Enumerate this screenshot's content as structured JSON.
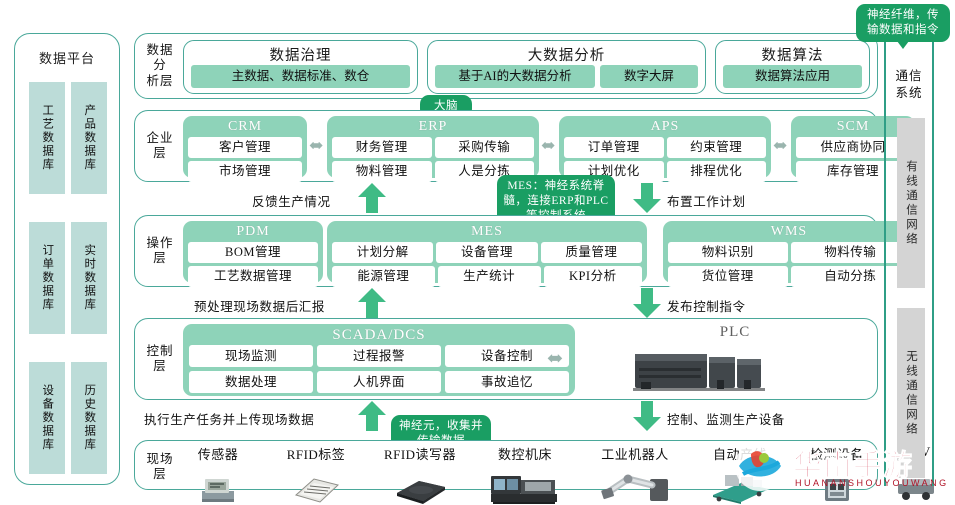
{
  "data_platform": {
    "title": "数据平台",
    "databases": [
      [
        "工艺数据库",
        "产品数据库"
      ],
      [
        "订单数据库",
        "实时数据库"
      ],
      [
        "设备数据库",
        "历史数据库"
      ]
    ]
  },
  "layers": {
    "analysis": {
      "label": "数据分\n析层",
      "systems": [
        {
          "title": "数据治理",
          "cells": [
            "主数据、数据标准、数仓"
          ]
        },
        {
          "title": "大数据分析",
          "cells": [
            "基于AI的大数据分析",
            "数字大屏"
          ]
        },
        {
          "title": "数据算法",
          "cells": [
            "数据算法应用"
          ]
        }
      ]
    },
    "enterprise": {
      "label": "企业层",
      "systems": [
        {
          "title": "CRM",
          "cells": [
            "客户管理",
            "市场管理"
          ]
        },
        {
          "title": "ERP",
          "cells": [
            "财务管理",
            "采购传输",
            "物料管理",
            "人是分拣"
          ]
        },
        {
          "title": "APS",
          "cells": [
            "订单管理",
            "约束管理",
            "计划优化",
            "排程优化"
          ]
        },
        {
          "title": "SCM",
          "cells": [
            "供应商协同",
            "库存管理"
          ]
        }
      ]
    },
    "operation": {
      "label": "操作层",
      "systems": [
        {
          "title": "PDM",
          "cells": [
            "BOM管理",
            "工艺数据管理"
          ]
        },
        {
          "title": "MES",
          "cells": [
            "计划分解",
            "设备管理",
            "质量管理",
            "能源管理",
            "生产统计",
            "KPI分析"
          ]
        },
        {
          "title": "WMS",
          "cells": [
            "物料识别",
            "物料传输",
            "货位管理",
            "自动分拣"
          ]
        }
      ]
    },
    "control": {
      "label": "控制层",
      "systems": [
        {
          "title": "SCADA/DCS",
          "cells": [
            "现场监测",
            "过程报警",
            "设备控制",
            "数据处理",
            "人机界面",
            "事故追忆"
          ]
        }
      ],
      "plc_title": "PLC"
    },
    "field": {
      "label": "现场层",
      "devices": [
        {
          "name": "传感器",
          "icon": "sensor-board-icon"
        },
        {
          "name": "RFID标签",
          "icon": "rfid-tag-icon"
        },
        {
          "name": "RFID读写器",
          "icon": "rfid-reader-icon"
        },
        {
          "name": "数控机床",
          "icon": "cnc-machine-icon"
        },
        {
          "name": "工业机器人",
          "icon": "robot-arm-icon"
        },
        {
          "name": "自动产线",
          "icon": "production-line-icon"
        },
        {
          "name": "检测设备",
          "icon": "inspection-device-icon"
        },
        {
          "name": "AGV",
          "icon": "agv-icon"
        }
      ]
    }
  },
  "flow_labels": {
    "feedback_production": "反馈生产情况",
    "assign_work_plan": "布置工作计划",
    "preprocess_report": "预处理现场数据后汇报",
    "publish_control": "发布控制指令",
    "execute_upload": "执行生产任务并上传现场数据",
    "control_monitor": "控制、监测生产设备"
  },
  "callouts": {
    "brain": "大脑",
    "mes": "MES：神经系统脊髓，连接ERP和PLC等控制系统",
    "neuron": "神经元，收集并传输数据",
    "nerve_fiber": "神经纤维，传输数据和指令"
  },
  "comm": {
    "title": "通信\n系统",
    "networks": [
      "有线通信网络",
      "无线通信网络"
    ]
  },
  "watermark": {
    "text": "华南手游",
    "sub": "HUANANSHOUYOUWANG"
  },
  "colors": {
    "panel_border": "#4aa89a",
    "system_green": "#8ed3b9",
    "callout_green": "#1a9e63",
    "db_fill": "#bcdcd8",
    "comm_fill": "#d4d4d4",
    "arrow_green": "#3fbb85"
  }
}
